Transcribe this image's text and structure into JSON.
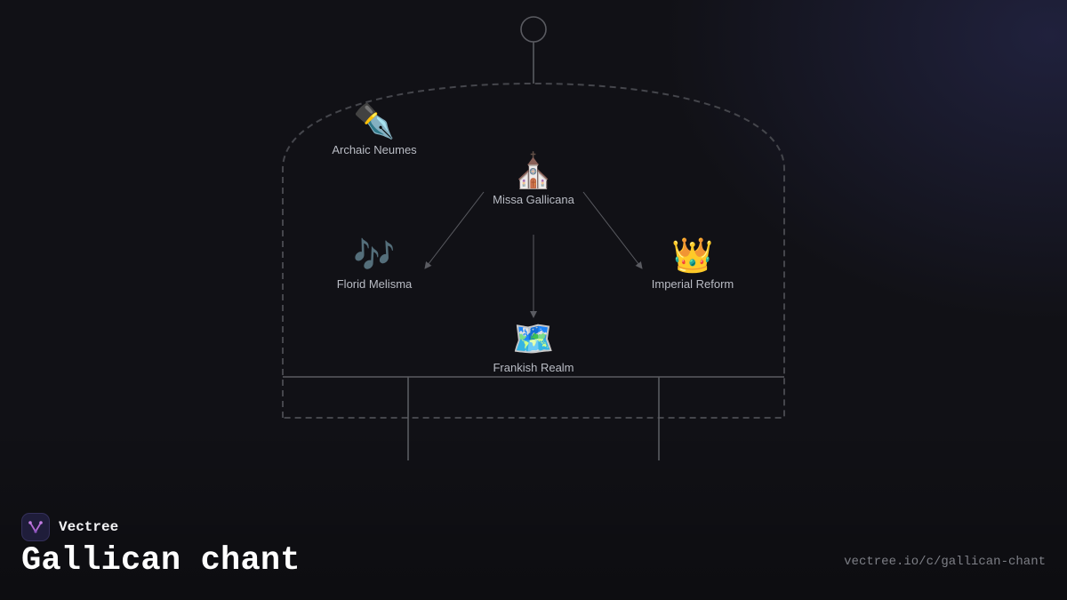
{
  "diagram": {
    "nodes": [
      {
        "id": "archaic",
        "emoji": "✒️",
        "label": "Archaic Neumes"
      },
      {
        "id": "missa",
        "emoji": "⛪",
        "label": "Missa Gallicana"
      },
      {
        "id": "melisma",
        "emoji": "🎶",
        "label": "Florid Melisma"
      },
      {
        "id": "imperial",
        "emoji": "👑",
        "label": "Imperial Reform"
      },
      {
        "id": "frankish",
        "emoji": "🗺️",
        "label": "Frankish Realm"
      }
    ],
    "edges": [
      {
        "from": "missa",
        "to": "melisma"
      },
      {
        "from": "missa",
        "to": "imperial"
      },
      {
        "from": "missa",
        "to": "frankish"
      }
    ]
  },
  "brand": {
    "name": "Vectree",
    "logo_icon": "vectree-logo-icon",
    "accent": "#b46bd6"
  },
  "page": {
    "title": "Gallican chant",
    "url": "vectree.io/c/gallican-chant"
  },
  "colors": {
    "background": "#111116",
    "line": "#5a5b61",
    "dashed_frame": "#45464c",
    "label": "#b9bcc4"
  }
}
